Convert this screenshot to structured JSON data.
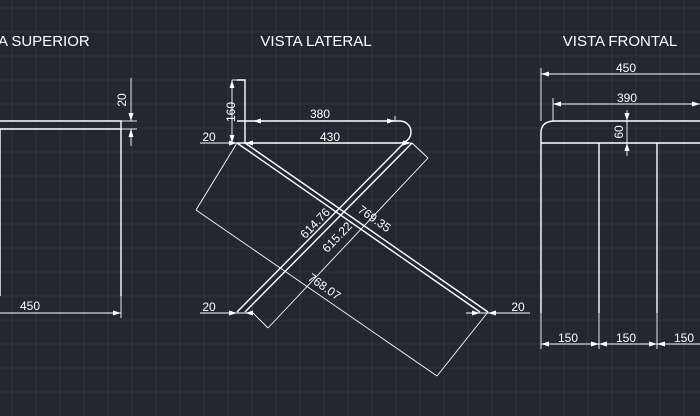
{
  "views": {
    "top": {
      "title": "A SUPERIOR",
      "dim_width": "450",
      "dim_thickness": "20"
    },
    "side": {
      "title": "VISTA LATERAL",
      "dim_height": "160",
      "dim_380": "380",
      "dim_430": "430",
      "dim_left_top": "20",
      "dim_left_bottom": "20",
      "dim_right_bottom": "20",
      "dim_diag_a": "614.76",
      "dim_diag_b": "769.35",
      "dim_diag_c": "615.22",
      "dim_diag_d": "768.07"
    },
    "front": {
      "title": "VISTA FRONTAL",
      "dim_450": "450",
      "dim_390": "390",
      "dim_60": "60",
      "dim_150_a": "150",
      "dim_150_b": "150",
      "dim_150_c": "150"
    }
  },
  "colors": {
    "background": "#212830",
    "lines": "#ffffff",
    "grid": "#2c343d"
  }
}
